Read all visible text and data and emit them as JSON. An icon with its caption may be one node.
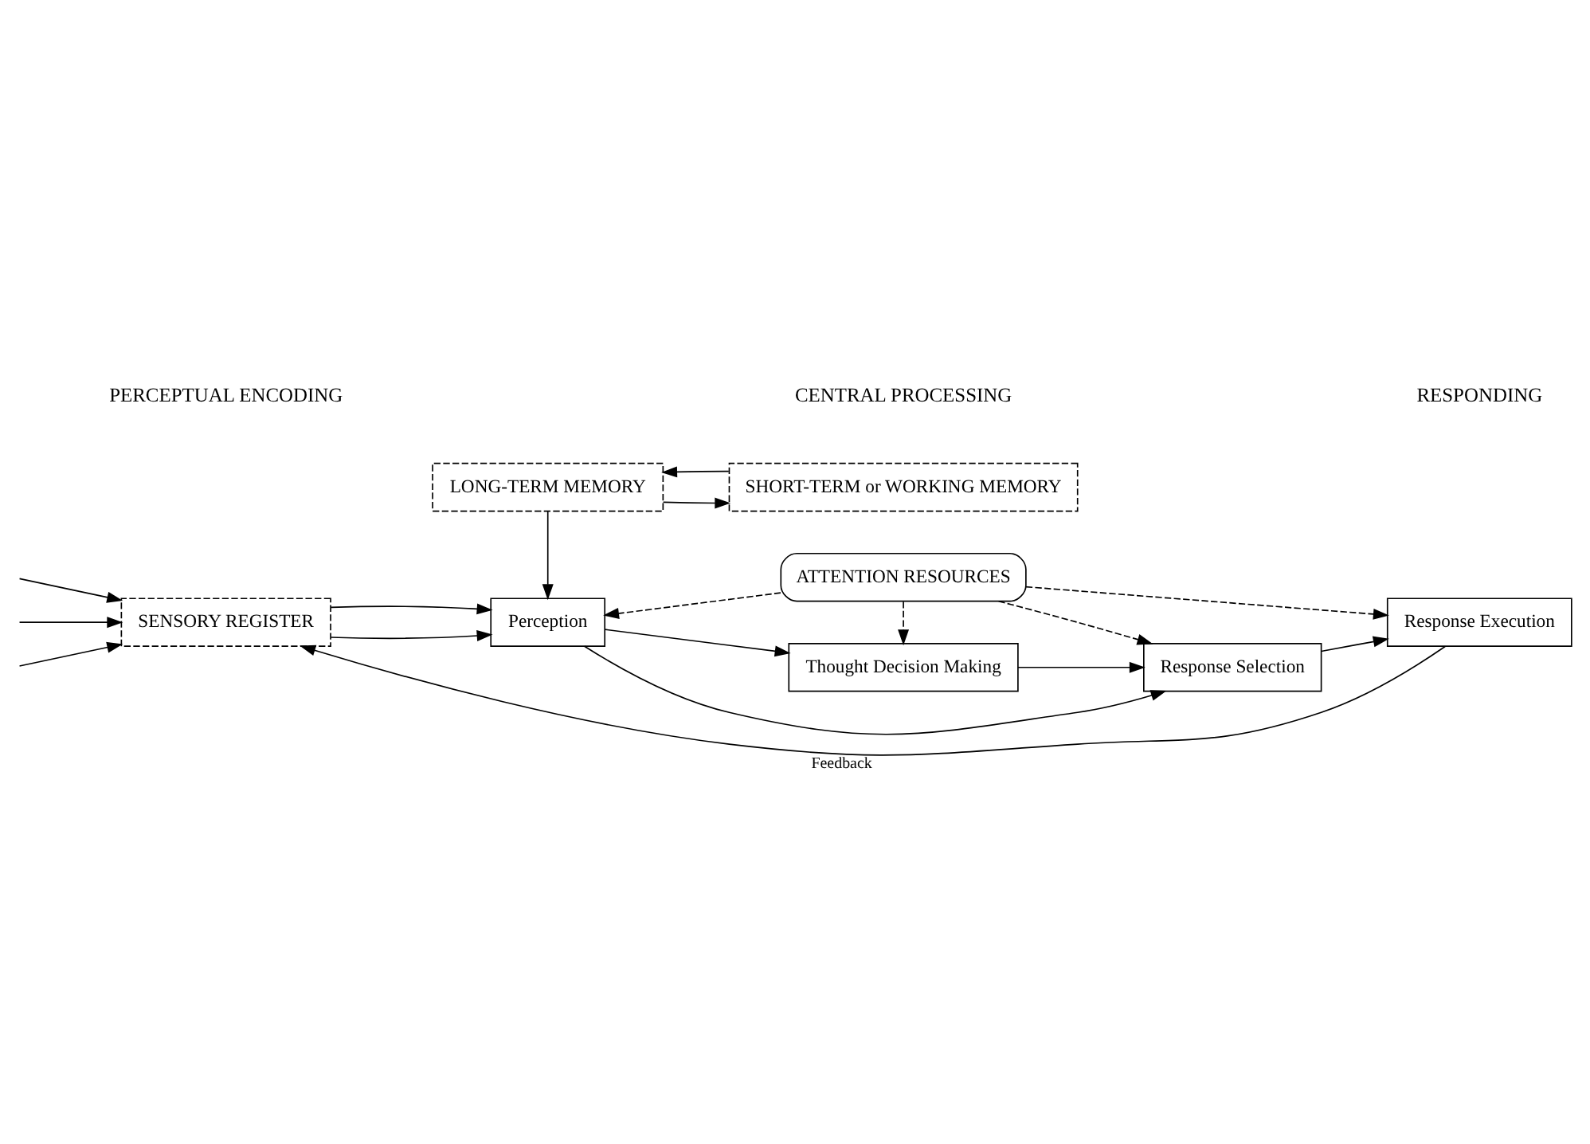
{
  "diagram": {
    "nodes": [
      {
        "text": [
          "SENSORY REGISTER"
        ]
      },
      {
        "text": [
          "Perception"
        ]
      },
      {
        "text": [
          "ATTENTION RESOURCES"
        ]
      },
      {
        "text": [
          "Response Selection"
        ]
      },
      {
        "text": [
          "Response Execution"
        ]
      },
      {
        "text": [
          "Thought Decision Making"
        ]
      },
      {
        "text": [
          "SHORT-TERM or WORKING MEMORY"
        ]
      },
      {
        "text": [
          "LONG-TERM MEMORY"
        ]
      }
    ],
    "edges": [
      {
        "from": null,
        "to": 0,
        "arrow": "to"
      },
      {
        "from": null,
        "to": 0,
        "arrow": "to"
      },
      {
        "from": null,
        "to": 0,
        "arrow": "to"
      },
      {
        "from": 0,
        "to": 1,
        "arrow": "to"
      },
      {
        "from": 0,
        "to": 1,
        "arrow": "to"
      },
      {
        "from": 1,
        "to": 3,
        "arrow": "to"
      },
      {
        "from": 1,
        "to": 5,
        "arrow": "to"
      },
      {
        "from": 5,
        "to": 3,
        "arrow": "to"
      },
      {
        "from": 3,
        "to": 4,
        "arrow": "to"
      },
      {
        "from": 2,
        "to": 1,
        "arrow": "to",
        "style": "dashed"
      },
      {
        "from": 2,
        "to": 5,
        "arrow": "to",
        "style": "dashed"
      },
      {
        "from": 2,
        "to": 3,
        "arrow": "to",
        "style": "dashed"
      },
      {
        "from": 2,
        "to": 4,
        "arrow": "to",
        "style": "dashed"
      },
      {
        "from": 7,
        "to": 1,
        "arrow": "to"
      },
      {
        "from": 7,
        "to": 6,
        "arrow": "to"
      },
      {
        "from": 6,
        "to": 7,
        "arrow": "to"
      },
      {
        "from": 4,
        "to": 0,
        "arrow": "to",
        "label": "Feedback"
      }
    ],
    "labels": [
      "PERCEPTUAL ENCODING",
      "CENTRAL PROCESSING",
      "RESPONDING"
    ]
  }
}
